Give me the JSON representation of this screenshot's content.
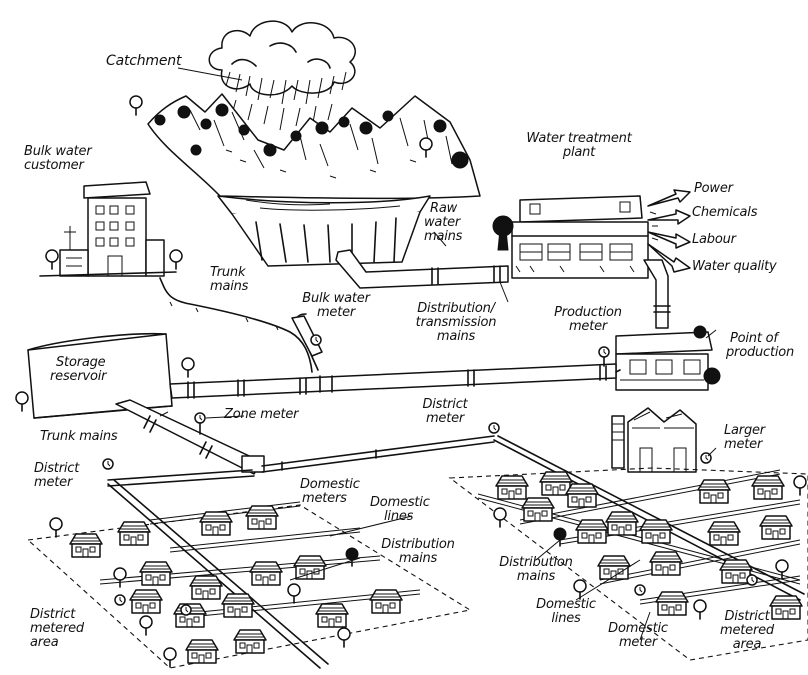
{
  "labels": {
    "catchment": "Catchment",
    "bulk_water_customer_1": "Bulk water",
    "bulk_water_customer_2": "customer",
    "water_treatment_plant_1": "Water treatment",
    "water_treatment_plant_2": "plant",
    "power": "Power",
    "chemicals": "Chemicals",
    "labour": "Labour",
    "water_quality": "Water quality",
    "raw_water_mains_1": "Raw",
    "raw_water_mains_2": "water",
    "raw_water_mains_3": "mains",
    "trunk_mains_top_1": "Trunk",
    "trunk_mains_top_2": "mains",
    "bulk_water_meter_1": "Bulk water",
    "bulk_water_meter_2": "meter",
    "distribution_transmission_1": "Distribution/",
    "distribution_transmission_2": "transmission",
    "distribution_transmission_3": "mains",
    "production_meter_1": "Production",
    "production_meter_2": "meter",
    "point_of_production_1": "Point of",
    "point_of_production_2": "production",
    "storage_reservoir_1": "Storage",
    "storage_reservoir_2": "reservoir",
    "zone_meter": "Zone meter",
    "district_meter_center_1": "District",
    "district_meter_center_2": "meter",
    "trunk_mains_left": "Trunk mains",
    "district_meter_left_1": "District",
    "district_meter_left_2": "meter",
    "larger_meter_1": "Larger",
    "larger_meter_2": "meter",
    "domestic_meters_1": "Domestic",
    "domestic_meters_2": "meters",
    "domestic_lines_top_1": "Domestic",
    "domestic_lines_top_2": "lines",
    "distribution_mains_center_1": "Distribution",
    "distribution_mains_center_2": "mains",
    "distribution_mains_right_1": "Distribution",
    "distribution_mains_right_2": "mains",
    "domestic_lines_bottom_1": "Domestic",
    "domestic_lines_bottom_2": "lines",
    "domestic_meter_1": "Domestic",
    "domestic_meter_2": "meter",
    "district_metered_area_left_1": "District",
    "district_metered_area_left_2": "metered",
    "district_metered_area_left_3": "area",
    "district_metered_area_right_1": "District",
    "district_metered_area_right_2": "metered",
    "district_metered_area_right_3": "area"
  }
}
